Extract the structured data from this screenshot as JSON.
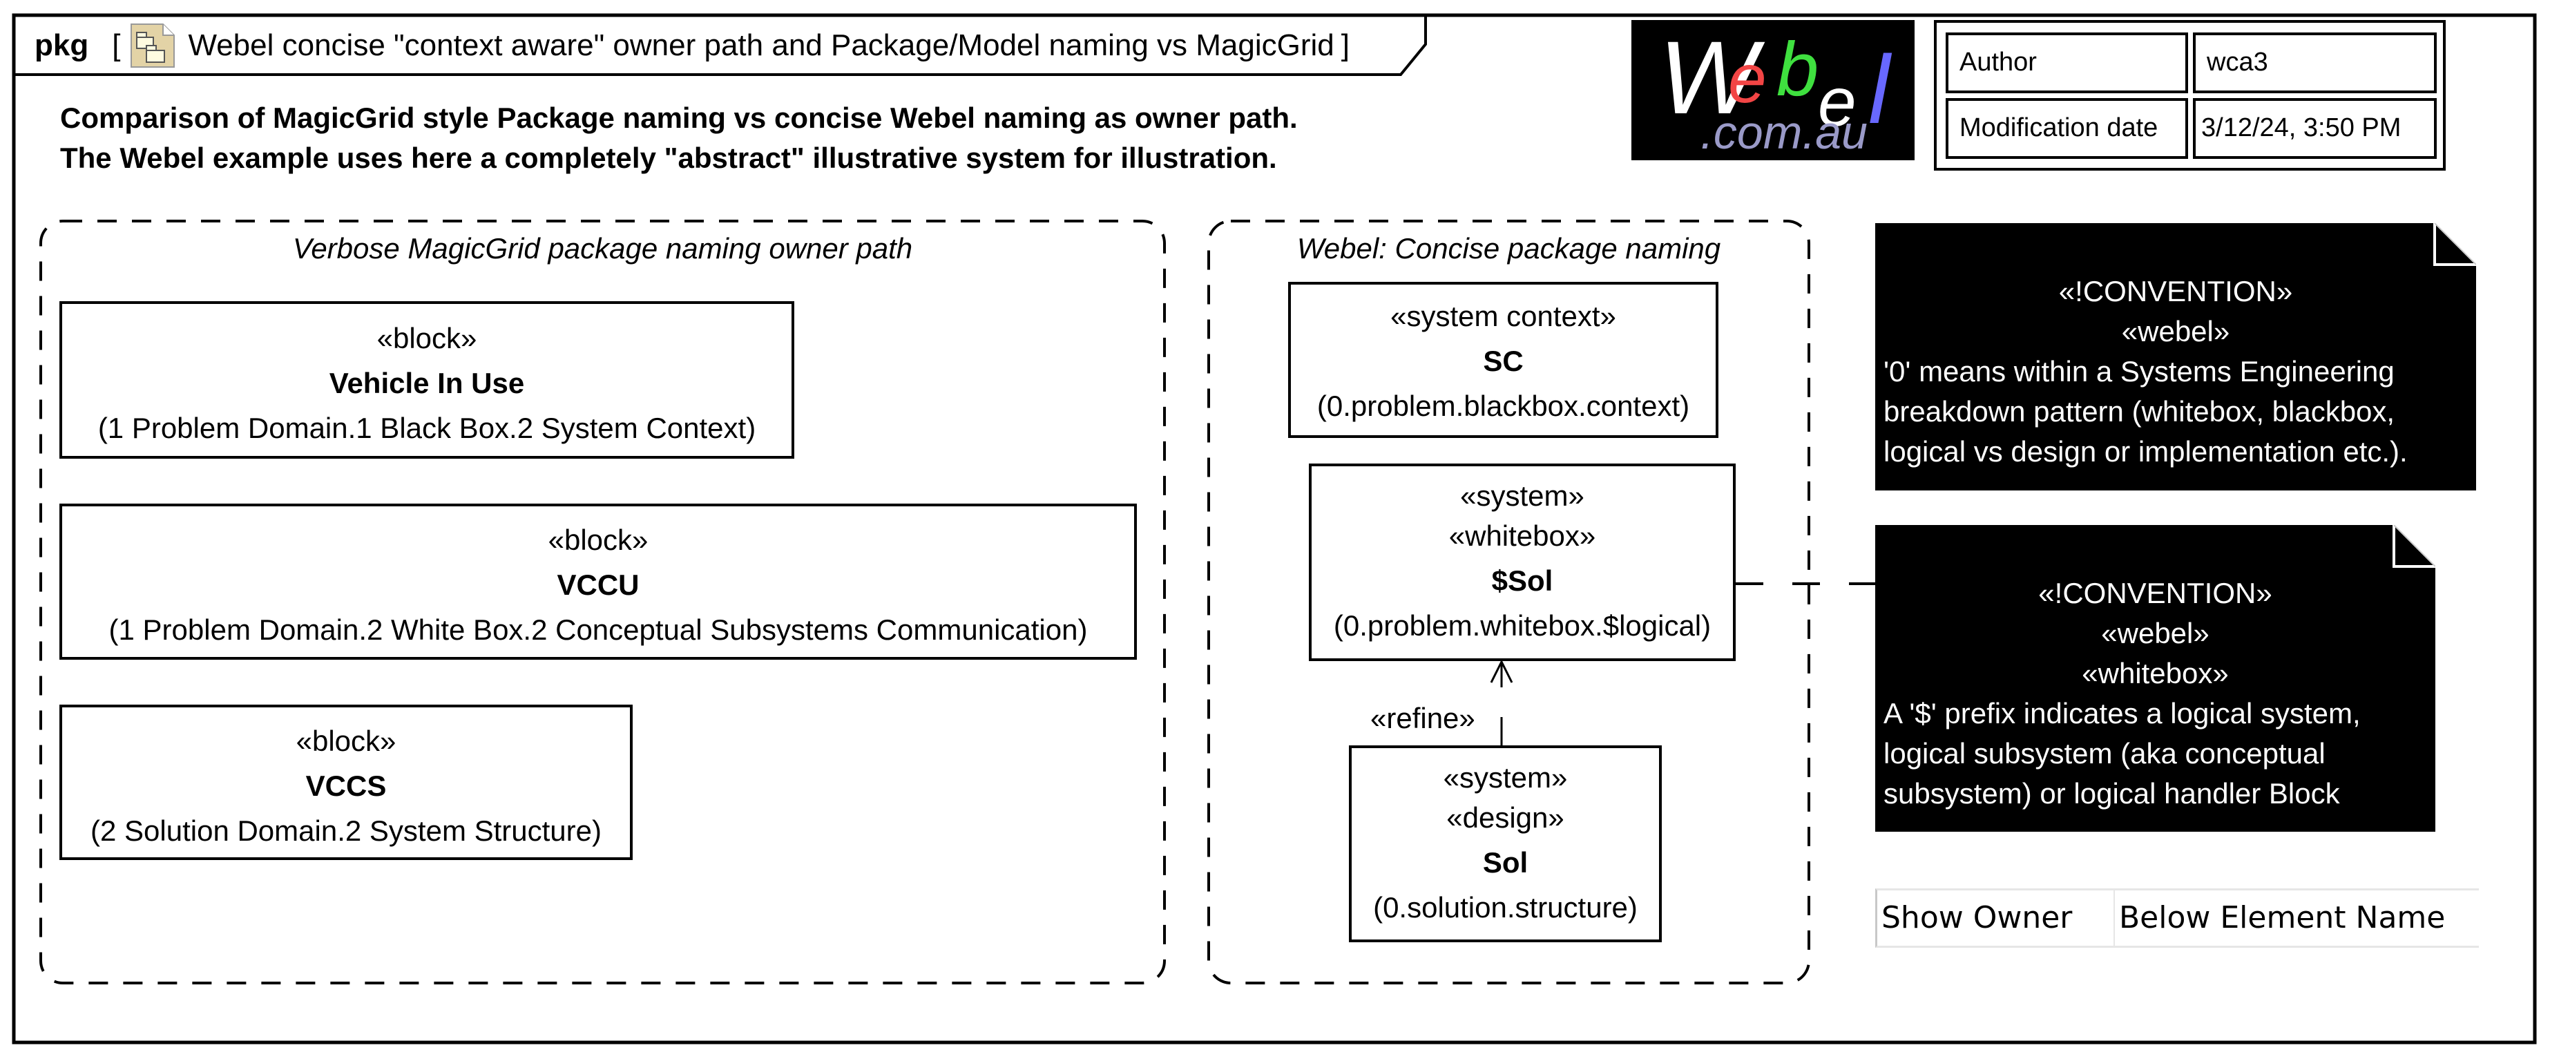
{
  "frame": {
    "kind": "pkg",
    "open_bracket": "[",
    "title": "Webel concise \"context aware\" owner path and Package/Model naming vs MagicGrid",
    "close_bracket": "]",
    "icon": "package-diagram-icon"
  },
  "description": [
    "Comparison of MagicGrid style Package naming vs concise Webel naming as owner path.",
    "The Webel example uses here a completely \"abstract\" illustrative system for illustration."
  ],
  "logo": {
    "parts": [
      "W",
      "e",
      "b",
      "e",
      "l"
    ],
    "domain": ".com.au",
    "colors": {
      "W": "#ffffff",
      "e1": "#f24545",
      "b": "#3fe03f",
      "e2": "#ffffff",
      "l": "#6868ff",
      "domain": "#9a9ac8"
    }
  },
  "info_table": [
    {
      "key": "Author",
      "value": "wca3"
    },
    {
      "key": "Modification date",
      "value": "3/12/24, 3:50 PM"
    }
  ],
  "packages": {
    "magicgrid": {
      "label": "Verbose MagicGrid package naming owner path",
      "blocks": [
        {
          "stereotypes": [
            "«block»"
          ],
          "name": "Vehicle In Use",
          "owner": "(1 Problem Domain.1 Black Box.2 System Context)"
        },
        {
          "stereotypes": [
            "«block»"
          ],
          "name": "VCCU",
          "owner": "(1 Problem Domain.2 White Box.2 Conceptual Subsystems Communication)"
        },
        {
          "stereotypes": [
            "«block»"
          ],
          "name": "VCCS",
          "owner": "(2 Solution Domain.2 System Structure)"
        }
      ]
    },
    "webel": {
      "label": "Webel: Concise package naming",
      "blocks": [
        {
          "stereotypes": [
            "«system context»"
          ],
          "name": "SC",
          "owner": "(0.problem.blackbox.context)"
        },
        {
          "stereotypes": [
            "«system»",
            "«whitebox»"
          ],
          "name": "$Sol",
          "owner": "(0.problem.whitebox.$logical)"
        },
        {
          "stereotypes": [
            "«system»",
            "«design»"
          ],
          "name": "Sol",
          "owner": "(0.solution.structure)"
        }
      ],
      "relation": {
        "stereotype": "«refine»",
        "from": "Sol",
        "to": "$Sol"
      }
    }
  },
  "notes": [
    {
      "stereotypes": [
        "«!CONVENTION»",
        "«webel»"
      ],
      "body": [
        "'0' means within a Systems Engineering",
        "breakdown pattern (whitebox, blackbox,",
        "logical vs design or implementation etc.)."
      ]
    },
    {
      "stereotypes": [
        "«!CONVENTION»",
        "«webel»",
        "«whitebox»"
      ],
      "body": [
        "A '$' prefix indicates a logical system,",
        "logical subsystem (aka conceptual",
        "subsystem) or logical handler Block"
      ]
    }
  ],
  "property": {
    "name": "Show Owner",
    "value": "Below Element Name"
  }
}
